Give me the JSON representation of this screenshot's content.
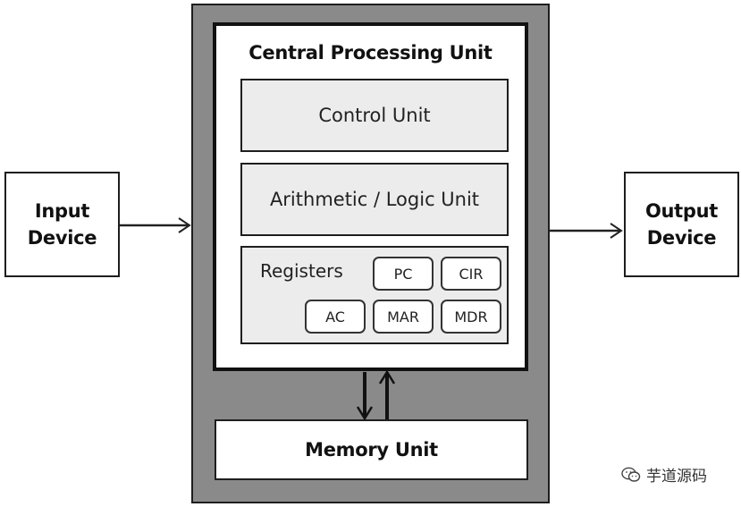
{
  "diagram": {
    "cpu": {
      "title": "Central Processing Unit",
      "control_unit": "Control Unit",
      "alu": "Arithmetic / Logic Unit",
      "registers": {
        "label": "Registers",
        "items": [
          "PC",
          "CIR",
          "AC",
          "MAR",
          "MDR"
        ]
      }
    },
    "input_device": [
      "Input",
      "Device"
    ],
    "output_device": [
      "Output",
      "Device"
    ],
    "memory_unit": "Memory Unit"
  },
  "watermark": {
    "icon": "wechat-icon",
    "text": "芋道源码"
  },
  "colors": {
    "system_fill": "#8a8a8a",
    "unit_fill": "#ececec",
    "stroke": "#111111"
  }
}
